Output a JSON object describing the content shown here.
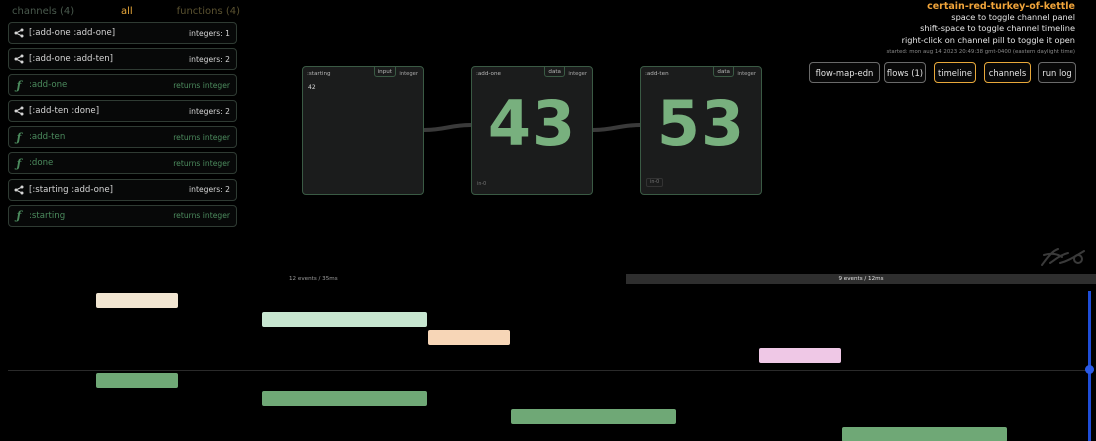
{
  "tabs": {
    "channels": "channels (4)",
    "all": "all",
    "functions": "functions (4)"
  },
  "items": [
    {
      "kind": "channel",
      "label": "[:add-one :add-one]",
      "meta": "integers: 1"
    },
    {
      "kind": "channel",
      "label": "[:add-one :add-ten]",
      "meta": "integers: 2"
    },
    {
      "kind": "fn",
      "label": ":add-one",
      "meta": "returns integer"
    },
    {
      "kind": "channel",
      "label": "[:add-ten :done]",
      "meta": "integers: 2"
    },
    {
      "kind": "fn",
      "label": ":add-ten",
      "meta": "returns integer"
    },
    {
      "kind": "fn",
      "label": ":done",
      "meta": "returns integer"
    },
    {
      "kind": "channel",
      "label": "[:starting :add-one]",
      "meta": "integers: 2"
    },
    {
      "kind": "fn",
      "label": ":starting",
      "meta": "returns integer"
    }
  ],
  "info": {
    "flow_name": "certain-red-turkey-of-kettle",
    "hint1": "space to toggle channel panel",
    "hint2": "shift-space to toggle channel timeline",
    "hint3": "right-click on channel pill to toggle it open",
    "started": "started: mon aug 14 2023 20:49:38 gmt-0400 (eastern daylight time)"
  },
  "buttons": {
    "flow_map": "flow-map-edn",
    "flows": "flows (1)",
    "timeline": "timeline",
    "channels": "channels",
    "run_log": "run log"
  },
  "nodes": {
    "starting": {
      "title": ":starting",
      "badge": "input",
      "type": "integer",
      "value": "42"
    },
    "add_one": {
      "title": ":add-one",
      "badge": "data",
      "type": "integer",
      "value": "43",
      "footer": "in-0"
    },
    "add_ten": {
      "title": ":add-ten",
      "badge": "data",
      "type": "integer",
      "value": "53",
      "footer": "in-0"
    }
  },
  "timeline": {
    "left_label": "12 events / 35ms",
    "right_label": "9 events / 12ms"
  },
  "colors": {
    "accent": "#e8a83a",
    "function_green": "#4c8c5e",
    "value_green": "#78b07e",
    "scrubber_blue": "#1f4ed8",
    "event_beige": "#f2e6d2",
    "event_mint": "#c7e6d0",
    "event_peach": "#f7d6b7",
    "event_pink": "#efc8e6",
    "event_green": "#6fa876"
  }
}
